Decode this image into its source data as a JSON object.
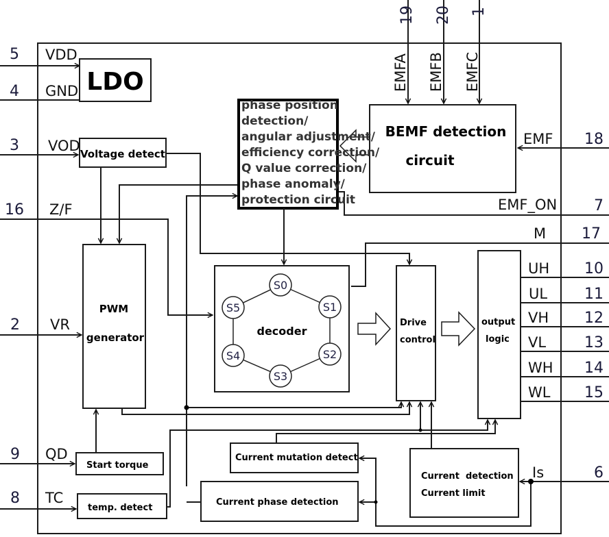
{
  "title": "BLDC motor driver IC functional block diagram",
  "pins": {
    "p5": {
      "num": "5",
      "sig": "VDD"
    },
    "p4": {
      "num": "4",
      "sig": "GND"
    },
    "p3": {
      "num": "3",
      "sig": "VOD"
    },
    "p16": {
      "num": "16",
      "sig": "Z/F"
    },
    "p2": {
      "num": "2",
      "sig": "VR"
    },
    "p9": {
      "num": "9",
      "sig": "QD"
    },
    "p8": {
      "num": "8",
      "sig": "TC"
    },
    "p19": {
      "num": "19",
      "sig": "EMFA"
    },
    "p20": {
      "num": "20",
      "sig": "EMFB"
    },
    "p1": {
      "num": "1",
      "sig": "EMFC"
    },
    "p18": {
      "num": "18",
      "sig": "EMF"
    },
    "p7": {
      "num": "7",
      "sig": "EMF_ON"
    },
    "p17": {
      "num": "17",
      "sig": "M"
    },
    "p10": {
      "num": "10",
      "sig": "UH"
    },
    "p11": {
      "num": "11",
      "sig": "UL"
    },
    "p12": {
      "num": "12",
      "sig": "VH"
    },
    "p13": {
      "num": "13",
      "sig": "VL"
    },
    "p14": {
      "num": "14",
      "sig": "WH"
    },
    "p15": {
      "num": "15",
      "sig": "WL"
    },
    "p6": {
      "num": "6",
      "sig": "Is"
    }
  },
  "blocks": {
    "ldo": "LDO",
    "voltage_detect": "Voltage detect",
    "phase_box": [
      "phase position",
      " detection/",
      "angular adjustment/",
      "efficiency correction/",
      "Q value correction/",
      "phase anomaly/",
      "protection circuit"
    ],
    "bemf": [
      "BEMF detection",
      "circuit"
    ],
    "pwm": [
      "PWM",
      "generator"
    ],
    "decoder": "decoder",
    "states": [
      "S0",
      "S1",
      "S2",
      "S3",
      "S4",
      "S5"
    ],
    "drive": [
      "Drive",
      "control"
    ],
    "output": [
      "output",
      "logic"
    ],
    "start_torque": "Start torque",
    "temp_detect": "temp. detect",
    "cur_mutation": "Current mutation detect",
    "cur_phase": "Current phase detection",
    "cur_detect": [
      "Current  detection",
      "Current limit"
    ]
  }
}
